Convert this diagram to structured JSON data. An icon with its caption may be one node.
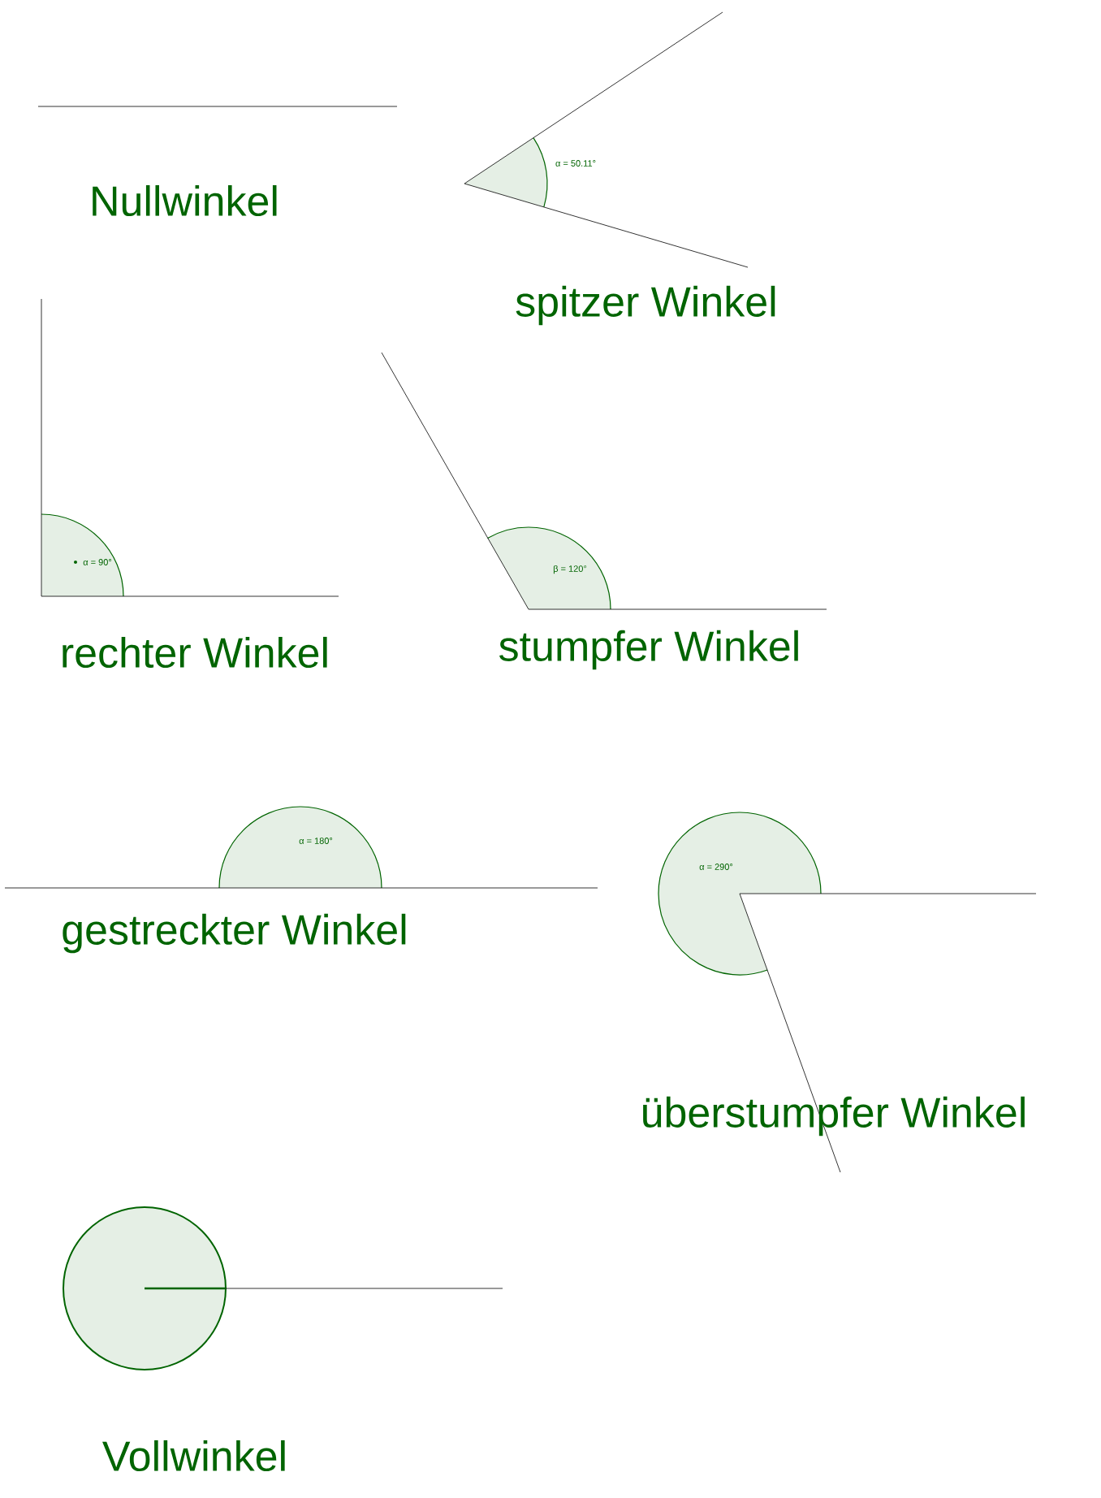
{
  "diagram": {
    "labels": [
      "Nullwinkel",
      "α = 50.11°",
      "spitzer Winkel",
      "α = 90°",
      "β = 120°",
      "rechter Winkel",
      "stumpfer Winkel",
      "α = 180°",
      "α = 290°",
      "gestreckter Winkel",
      "überstumpfer Winkel",
      "Vollwinkel"
    ]
  }
}
